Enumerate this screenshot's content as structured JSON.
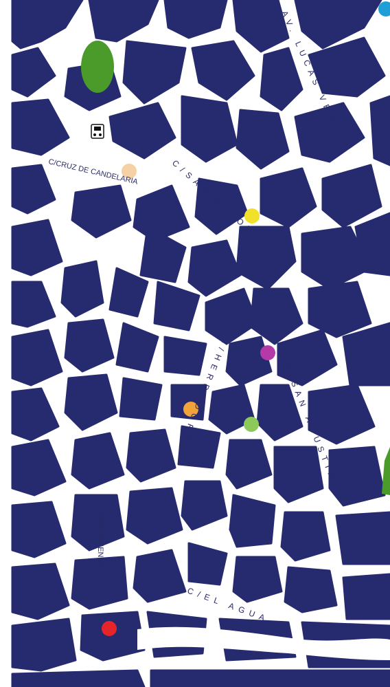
{
  "map": {
    "colors": {
      "block": "#262a6e",
      "street": "#ffffff",
      "park": "#4a9b2a",
      "label": "#2a2a66"
    },
    "streets": {
      "cruz_candelaria": "C/CRUZ DE CANDELARIA",
      "san_antonio": "C/SAN ANTONIO",
      "lucas_vega": "AV. LUCAS VEGA",
      "herradores": "C/HERRADORES",
      "san_agustin": "C/SAN AGUSTIN",
      "ayuntamiento": "AYUNTAMIENTO",
      "agua": "C/EL AGUA"
    },
    "markers": [
      {
        "name": "marker-blue",
        "color": "#1e9fd8"
      },
      {
        "name": "marker-peach",
        "color": "#f6d1a6"
      },
      {
        "name": "marker-yellow",
        "color": "#f2e12a"
      },
      {
        "name": "marker-magenta",
        "color": "#b43aa8"
      },
      {
        "name": "marker-orange",
        "color": "#f2a33a"
      },
      {
        "name": "marker-lightgreen",
        "color": "#8cc85a"
      },
      {
        "name": "marker-red",
        "color": "#e6252a"
      }
    ]
  }
}
